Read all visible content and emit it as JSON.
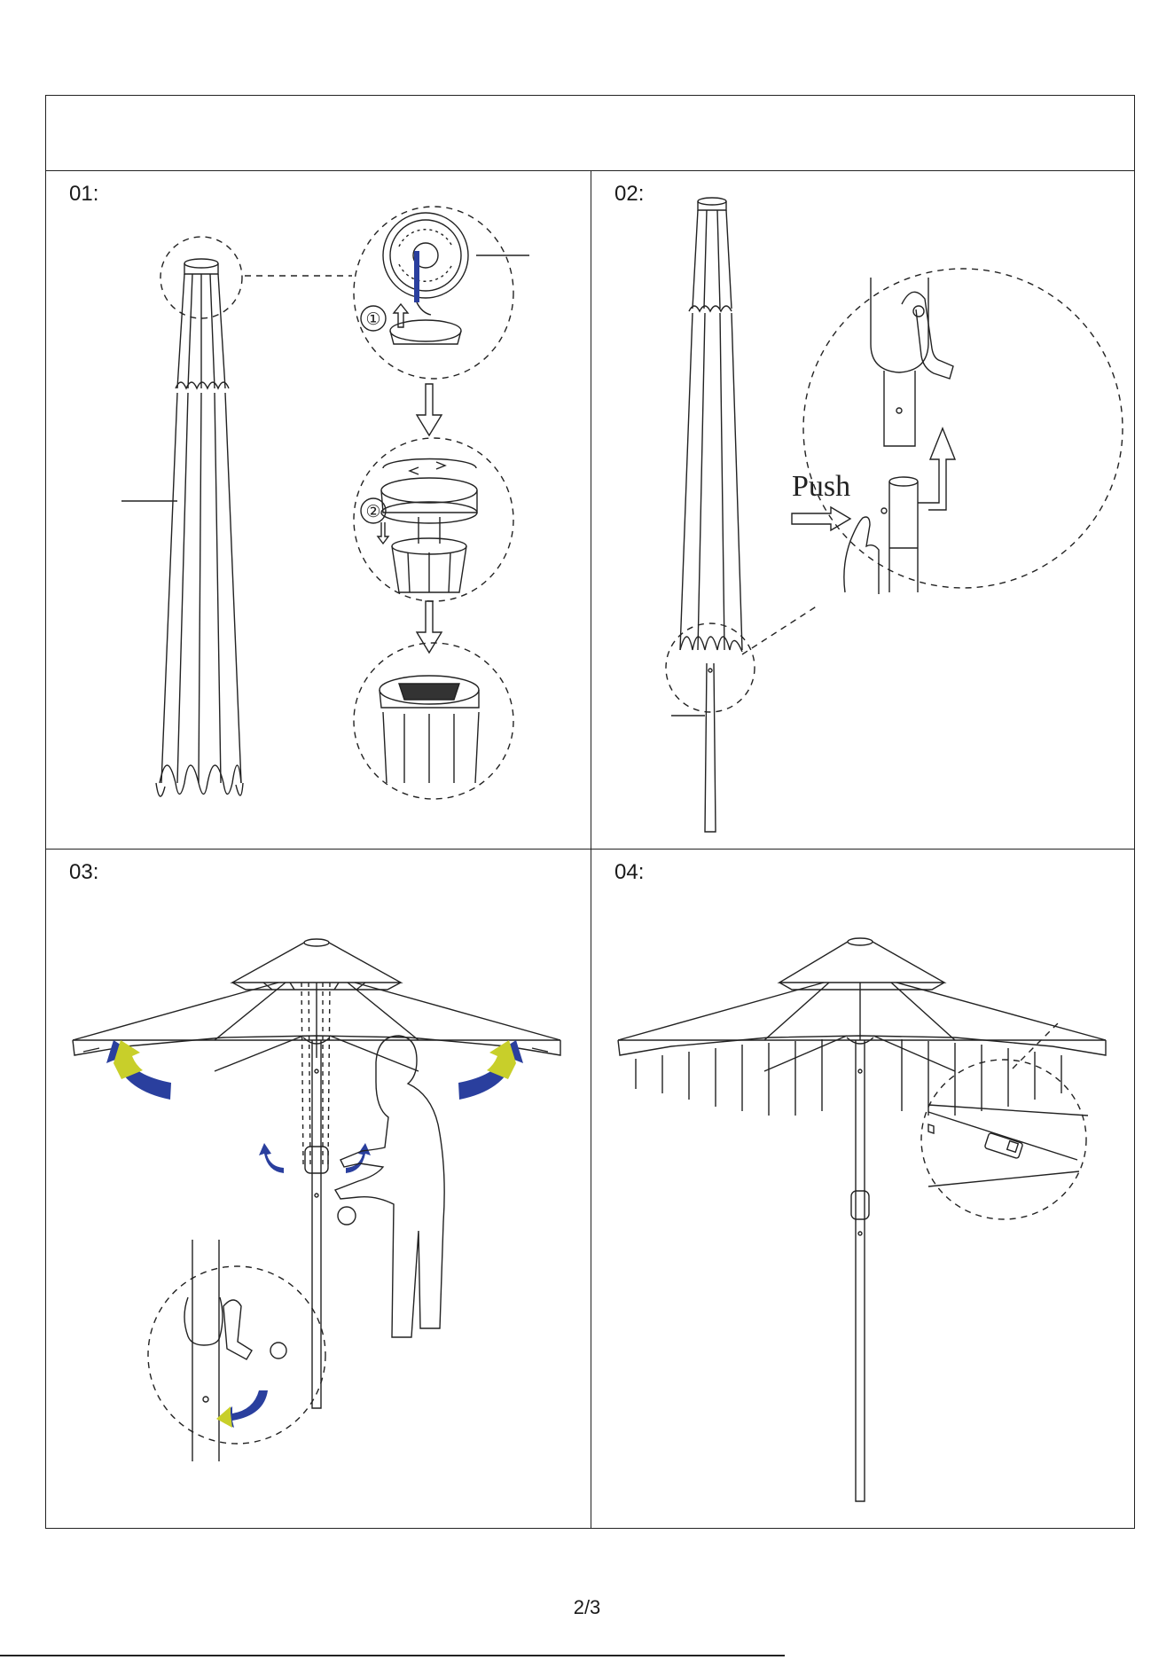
{
  "steps": [
    {
      "label": "01:"
    },
    {
      "label": "02:",
      "push_label": "Push"
    },
    {
      "label": "03:"
    },
    {
      "label": "04:"
    }
  ],
  "circled_numbers": [
    "①",
    "②"
  ],
  "page_number": "2/3",
  "colors": {
    "line": "#222222",
    "arrow_blue": "#2a3f9e",
    "arrow_yellow": "#c8cf2a"
  }
}
